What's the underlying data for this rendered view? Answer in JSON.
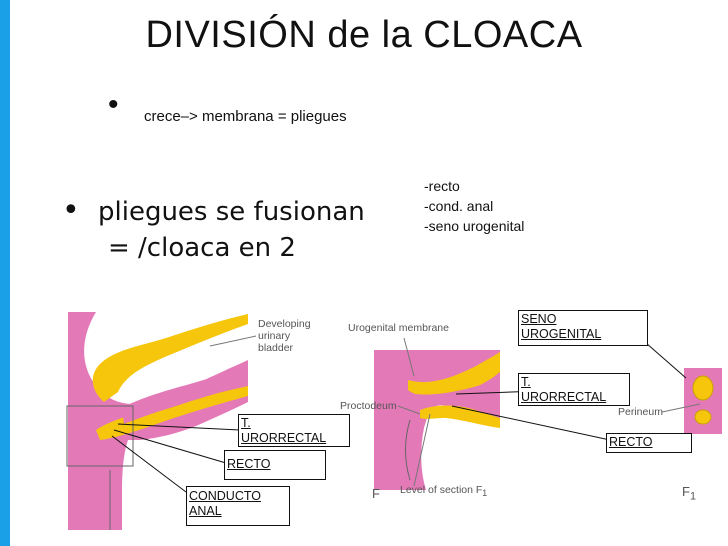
{
  "slide": {
    "title": "DIVISIÓN de la CLOACA",
    "bullet1": "crece–> membrana =  pliegues",
    "bullet2_line1": "pliegues se fusionan",
    "bullet2_line2": "= /cloaca en 2",
    "notes": [
      "-recto",
      "-cond. anal",
      "-seno urogenital"
    ]
  },
  "figure": {
    "labels": {
      "developing_line1": "Developing",
      "developing_line2": "urinary",
      "developing_line3": "bladder",
      "urogenital_membrane": "Urogenital membrane",
      "proctodeum": "Proctodeum",
      "perineum": "Perineum",
      "level_of_section": "Level of section F",
      "level_sub": "1",
      "f_label": "F",
      "f1_label": "F",
      "f1_sub": "1"
    },
    "boxes": {
      "seno_line1": "SENO",
      "seno_line2": "UROGENITAL",
      "t_uro_right_line1": "T.",
      "t_uro_right_line2": "URORRECTAL",
      "recto_right": "RECTO",
      "t_uro_left_line1": "T.",
      "t_uro_left_line2": "URORRECTAL",
      "recto_left": "RECTO",
      "conducto_line1": "CONDUCTO",
      "conducto_line2": "ANAL"
    },
    "colors": {
      "pink": "#e479b8",
      "yellow": "#f5c60c",
      "accent_bar": "#1aa0e6"
    }
  }
}
